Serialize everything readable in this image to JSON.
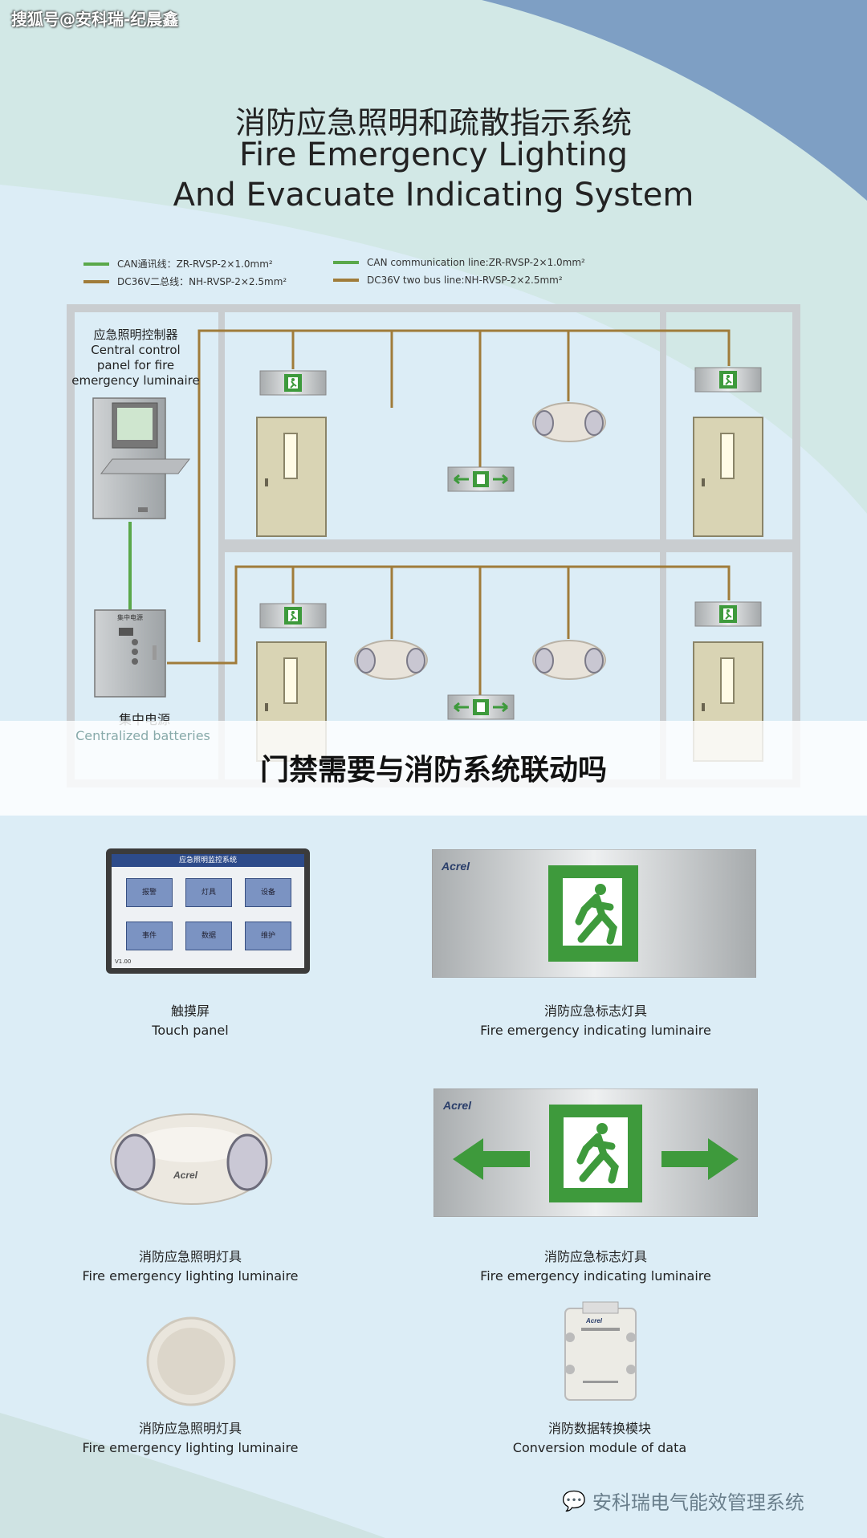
{
  "watermark": "搜狐号@安科瑞-纪晨鑫",
  "title": {
    "cn": "消防应急照明和疏散指示系统",
    "en_line1": "Fire Emergency Lighting",
    "en_line2": "And Evacuate Indicating System"
  },
  "legend": {
    "can_cn": "CAN通讯线：ZR-RVSP-2×1.0mm²",
    "dc_cn": "DC36V二总线：NH-RVSP-2×2.5mm²",
    "can_en": "CAN communication line:ZR-RVSP-2×1.0mm²",
    "dc_en": "DC36V two bus line:NH-RVSP-2×2.5mm²"
  },
  "diagram": {
    "controller_cn": "应急照明控制器",
    "controller_en1": "Central control",
    "controller_en2": "panel for fire",
    "controller_en3": "emergency luminaire",
    "battery_cn": "集中电源",
    "battery_en": "Centralized batteries",
    "battery_screen_text": "集中电源"
  },
  "banner": "门禁需要与消防系统联动吗",
  "touch_panel_screen": {
    "header": "应急照明监控系统",
    "buttons": [
      "报警",
      "灯具",
      "设备",
      "事件",
      "数据",
      "维护"
    ],
    "footer": "V1.00"
  },
  "products": [
    {
      "cn": "触摸屏",
      "en": "Touch panel"
    },
    {
      "cn": "消防应急标志灯具",
      "en": "Fire emergency indicating luminaire"
    },
    {
      "cn": "消防应急照明灯具",
      "en": "Fire emergency lighting  luminaire"
    },
    {
      "cn": "消防应急标志灯具",
      "en": "Fire emergency indicating luminaire"
    },
    {
      "cn": "消防应急照明灯具",
      "en": "Fire emergency lighting  luminaire"
    },
    {
      "cn": "消防数据转换模块",
      "en": "Conversion module of data"
    }
  ],
  "brand": "Acrel",
  "footer": "安科瑞电气能效管理系统",
  "colors": {
    "can_line": "#5aa84a",
    "dc_line": "#a07c3a",
    "exit_green": "#3e9a3c",
    "wall": "#c9cdd0",
    "background": "#dcedf6",
    "arc_blue": "#7e9fc4"
  }
}
